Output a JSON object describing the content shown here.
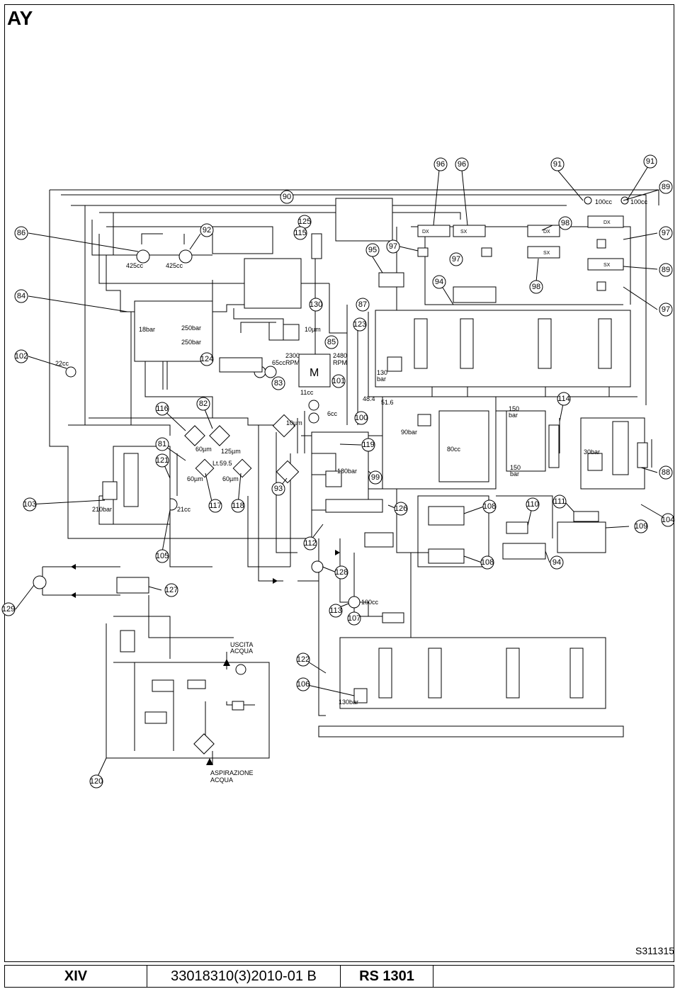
{
  "sheet": {
    "title": "AY",
    "code": "S311315"
  },
  "footer": {
    "page": "XIV",
    "doc": "33018310(3)2010-01 B",
    "model": "RS 1301"
  },
  "callouts": [
    {
      "id": "96a",
      "text": "96"
    },
    {
      "id": "96b",
      "text": "96"
    },
    {
      "id": "91a",
      "text": "91"
    },
    {
      "id": "91b",
      "text": "91"
    },
    {
      "id": "89a",
      "text": "89"
    },
    {
      "id": "90",
      "text": "90"
    },
    {
      "id": "125",
      "text": "125"
    },
    {
      "id": "86",
      "text": "86"
    },
    {
      "id": "92",
      "text": "92"
    },
    {
      "id": "115",
      "text": "115"
    },
    {
      "id": "98a",
      "text": "98"
    },
    {
      "id": "97a",
      "text": "97"
    },
    {
      "id": "95",
      "text": "95"
    },
    {
      "id": "97b",
      "text": "97"
    },
    {
      "id": "97c",
      "text": "97"
    },
    {
      "id": "89b",
      "text": "89"
    },
    {
      "id": "84",
      "text": "84"
    },
    {
      "id": "94a",
      "text": "94"
    },
    {
      "id": "98b",
      "text": "98"
    },
    {
      "id": "130",
      "text": "130"
    },
    {
      "id": "87",
      "text": "87"
    },
    {
      "id": "97d",
      "text": "97"
    },
    {
      "id": "123",
      "text": "123"
    },
    {
      "id": "85",
      "text": "85"
    },
    {
      "id": "102",
      "text": "102"
    },
    {
      "id": "124",
      "text": "124"
    },
    {
      "id": "83",
      "text": "83"
    },
    {
      "id": "101",
      "text": "101"
    },
    {
      "id": "116",
      "text": "116"
    },
    {
      "id": "82",
      "text": "82"
    },
    {
      "id": "100",
      "text": "100"
    },
    {
      "id": "114",
      "text": "114"
    },
    {
      "id": "81",
      "text": "81"
    },
    {
      "id": "119",
      "text": "119"
    },
    {
      "id": "121",
      "text": "121"
    },
    {
      "id": "88",
      "text": "88"
    },
    {
      "id": "93",
      "text": "93"
    },
    {
      "id": "99",
      "text": "99"
    },
    {
      "id": "103",
      "text": "103"
    },
    {
      "id": "117",
      "text": "117"
    },
    {
      "id": "118",
      "text": "118"
    },
    {
      "id": "126",
      "text": "126"
    },
    {
      "id": "108a",
      "text": "108"
    },
    {
      "id": "110",
      "text": "110"
    },
    {
      "id": "111",
      "text": "111"
    },
    {
      "id": "104",
      "text": "104"
    },
    {
      "id": "109",
      "text": "109"
    },
    {
      "id": "112",
      "text": "112"
    },
    {
      "id": "105",
      "text": "105"
    },
    {
      "id": "108b",
      "text": "108"
    },
    {
      "id": "94b",
      "text": "94"
    },
    {
      "id": "128",
      "text": "128"
    },
    {
      "id": "127",
      "text": "127"
    },
    {
      "id": "129",
      "text": "129"
    },
    {
      "id": "113",
      "text": "113"
    },
    {
      "id": "107",
      "text": "107"
    },
    {
      "id": "122",
      "text": "122"
    },
    {
      "id": "106",
      "text": "106"
    },
    {
      "id": "120",
      "text": "120"
    }
  ],
  "labels": [
    {
      "id": "425cc_a",
      "text": "425cc"
    },
    {
      "id": "425cc_b",
      "text": "425cc"
    },
    {
      "id": "18bar",
      "text": "18bar"
    },
    {
      "id": "250bar_a",
      "text": "250bar"
    },
    {
      "id": "250bar_b",
      "text": "250bar"
    },
    {
      "id": "22cc",
      "text": "22cc"
    },
    {
      "id": "65cc",
      "text": "65cc"
    },
    {
      "id": "2300",
      "text": "2300"
    },
    {
      "id": "rpm_a",
      "text": "RPM"
    },
    {
      "id": "2480",
      "text": "2480"
    },
    {
      "id": "rpm_b",
      "text": "RPM"
    },
    {
      "id": "10um_a",
      "text": "10µm"
    },
    {
      "id": "10um_b",
      "text": "10µm"
    },
    {
      "id": "motor",
      "text": "M"
    },
    {
      "id": "11cc",
      "text": "11cc"
    },
    {
      "id": "6cc",
      "text": "6cc"
    },
    {
      "id": "130bar_a",
      "text": "130"
    },
    {
      "id": "130bar_b",
      "text": "bar"
    },
    {
      "id": "48_4",
      "text": "48.4"
    },
    {
      "id": "51_6",
      "text": "51.6"
    },
    {
      "id": "90bar",
      "text": "90bar"
    },
    {
      "id": "80cc",
      "text": "80cc"
    },
    {
      "id": "150bar_a",
      "text": "150"
    },
    {
      "id": "150bar_ab",
      "text": "bar"
    },
    {
      "id": "150bar_b",
      "text": "150"
    },
    {
      "id": "150bar_bb",
      "text": "bar"
    },
    {
      "id": "30bar",
      "text": "30bar"
    },
    {
      "id": "60um_a",
      "text": "60µm"
    },
    {
      "id": "125um",
      "text": "125µm"
    },
    {
      "id": "lt59",
      "text": "Lt.59.5"
    },
    {
      "id": "60um_b",
      "text": "60µm"
    },
    {
      "id": "60um_c",
      "text": "60µm"
    },
    {
      "id": "180bar",
      "text": "180bar"
    },
    {
      "id": "210bar",
      "text": "210bar"
    },
    {
      "id": "21cc",
      "text": "21cc"
    },
    {
      "id": "100cc_a",
      "text": "100cc"
    },
    {
      "id": "100cc_b",
      "text": "100cc"
    },
    {
      "id": "100cc_c",
      "text": "100cc"
    },
    {
      "id": "130bar_c",
      "text": "130bar"
    },
    {
      "id": "dx_a",
      "text": "DX"
    },
    {
      "id": "sx_a",
      "text": "SX"
    },
    {
      "id": "dx_b",
      "text": "DX"
    },
    {
      "id": "sx_b",
      "text": "SX"
    },
    {
      "id": "dx_c",
      "text": "DX"
    },
    {
      "id": "sx_c",
      "text": "SX"
    },
    {
      "id": "uscita1",
      "text": "USCITA"
    },
    {
      "id": "uscita2",
      "text": "ACQUA"
    },
    {
      "id": "aspir1",
      "text": "ASPIRAZIONE"
    },
    {
      "id": "aspir2",
      "text": "ACQUA"
    }
  ]
}
